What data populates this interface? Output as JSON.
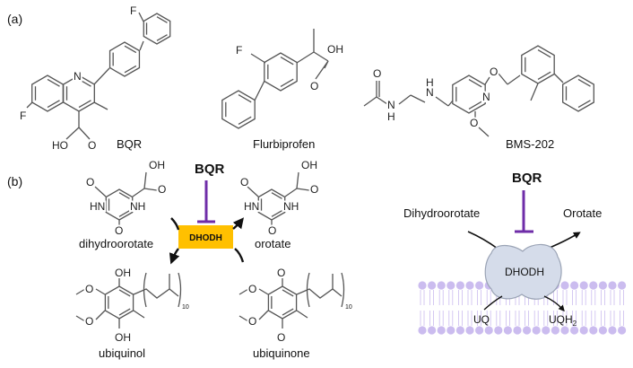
{
  "panel_a": {
    "label": "(a)",
    "compounds": [
      {
        "name": "BQR",
        "atoms": {
          "f1": "F",
          "f2": "F",
          "n": "N",
          "ho": "HO",
          "o": "O"
        }
      },
      {
        "name": "Flurbiprofen",
        "atoms": {
          "f": "F",
          "oh": "OH",
          "o": "O"
        }
      },
      {
        "name": "BMS-202",
        "atoms": {
          "o1": "O",
          "nh1": "N",
          "h1": "H",
          "nh2": "N",
          "h2": "H",
          "n": "N",
          "o2": "O",
          "o3": "O"
        }
      }
    ]
  },
  "panel_b": {
    "label": "(b)",
    "scheme": {
      "inhibitor": "BQR",
      "enzyme": "DHODH",
      "enzyme_color": "#ffc000",
      "inhibitor_color": "#6f2da8",
      "dihydroorotate": {
        "name": "dihydroorotate",
        "atoms": {
          "o1": "O",
          "oh": "OH",
          "o2": "O",
          "hn": "HN",
          "nh": "NH",
          "o3": "O"
        }
      },
      "orotate": {
        "name": "orotate",
        "atoms": {
          "o1": "O",
          "oh": "OH",
          "o2": "O",
          "hn": "HN",
          "nh": "NH",
          "o3": "O"
        }
      },
      "ubiquinol": {
        "name": "ubiquinol",
        "atoms": {
          "oh1": "OH",
          "o1": "O",
          "o2": "O",
          "oh2": "OH"
        },
        "repeat": "10"
      },
      "ubiquinone": {
        "name": "ubiquinone",
        "atoms": {
          "o1": "O",
          "o2": "O",
          "o3": "O",
          "o4": "O"
        },
        "repeat": "10"
      }
    },
    "membrane": {
      "inhibitor": "BQR",
      "substrate": "Dihydroorotate",
      "product": "Orotate",
      "enzyme": "DHODH",
      "quinone": "UQ",
      "quinol": "UQH",
      "quinol_subscript": "2",
      "membrane_color": "#cbbcef",
      "enzyme_color": "#d5dcea"
    }
  }
}
